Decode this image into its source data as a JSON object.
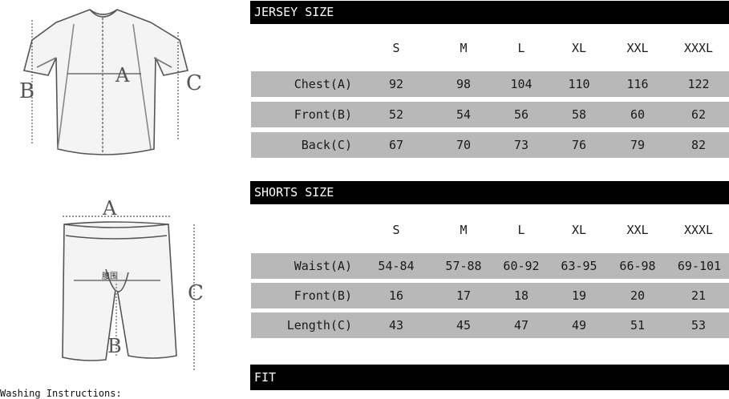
{
  "jersey": {
    "title": "JERSEY SIZE",
    "sizes": [
      "S",
      "M",
      "L",
      "XL",
      "XXL",
      "XXXL"
    ],
    "rows": [
      {
        "label": "Chest(A)",
        "values": [
          "92",
          "98",
          "104",
          "110",
          "116",
          "122"
        ]
      },
      {
        "label": "Front(B)",
        "values": [
          "52",
          "54",
          "56",
          "58",
          "60",
          "62"
        ]
      },
      {
        "label": "Back(C)",
        "values": [
          "67",
          "70",
          "73",
          "76",
          "79",
          "82"
        ]
      }
    ],
    "diagram_labels": {
      "a": "A",
      "b": "B",
      "c": "C"
    }
  },
  "shorts": {
    "title": "SHORTS SIZE",
    "sizes": [
      "S",
      "M",
      "L",
      "XL",
      "XXL",
      "XXXL"
    ],
    "rows": [
      {
        "label": "Waist(A)",
        "values": [
          "54-84",
          "57-88",
          "60-92",
          "63-95",
          "66-98",
          "69-101"
        ]
      },
      {
        "label": "Front(B)",
        "values": [
          "16",
          "17",
          "18",
          "19",
          "20",
          "21"
        ]
      },
      {
        "label": "Length(C)",
        "values": [
          "43",
          "45",
          "47",
          "49",
          "51",
          "53"
        ]
      }
    ],
    "diagram_labels": {
      "a": "A",
      "b": "B",
      "c": "C",
      "waist_mark": "腰围"
    }
  },
  "fit": {
    "title": "FIT"
  },
  "washing": {
    "text": "Washing Instructions:"
  }
}
